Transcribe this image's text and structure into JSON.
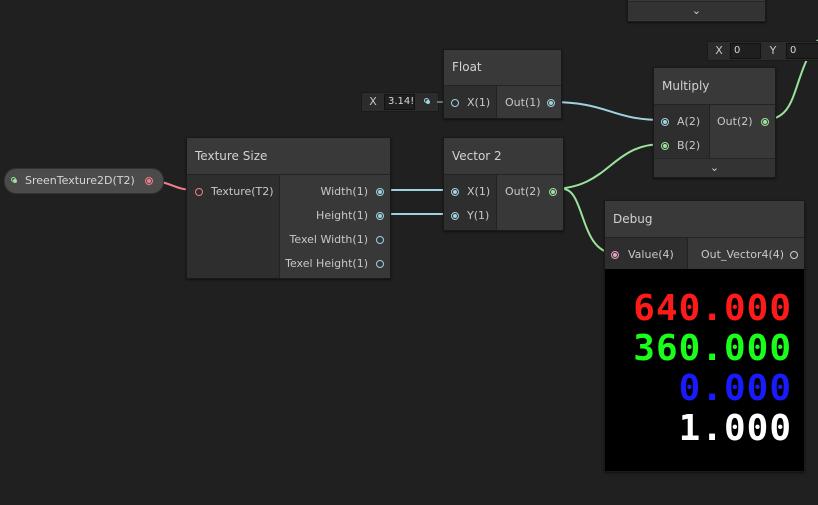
{
  "top_node": {
    "chevron": "⌄"
  },
  "xy_field": {
    "x_label": "X",
    "x_value": "0",
    "y_label": "Y",
    "y_value": "0"
  },
  "float_node": {
    "title": "Float",
    "input_label": "X(1)",
    "output_label": "Out(1)",
    "inline_field": {
      "label": "X",
      "value": "3.14!"
    }
  },
  "multiply_node": {
    "title": "Multiply",
    "inputs": [
      "A(2)",
      "B(2)"
    ],
    "output_label": "Out(2)",
    "chevron": "⌄"
  },
  "texture_source": {
    "label": "SreenTexture2D(T2)"
  },
  "texture_size_node": {
    "title": "Texture Size",
    "input_label": "Texture(T2)",
    "outputs": [
      "Width(1)",
      "Height(1)",
      "Texel Width(1)",
      "Texel Height(1)"
    ]
  },
  "vector2_node": {
    "title": "Vector 2",
    "inputs": [
      "X(1)",
      "Y(1)"
    ],
    "output_label": "Out(2)"
  },
  "debug_node": {
    "title": "Debug",
    "input_label": "Value(4)",
    "output_label": "Out_Vector4(4)",
    "values": [
      {
        "text": "640.000",
        "color": "#ff1a1a"
      },
      {
        "text": "360.000",
        "color": "#1aff1a"
      },
      {
        "text": "0.000",
        "color": "#1a1aff"
      },
      {
        "text": "1.000",
        "color": "#ffffff"
      }
    ]
  },
  "colors": {
    "background": "#202020",
    "wire_float": "#9dd3e0",
    "wire_vector": "#9be39b",
    "wire_texture": "#f07f88"
  }
}
